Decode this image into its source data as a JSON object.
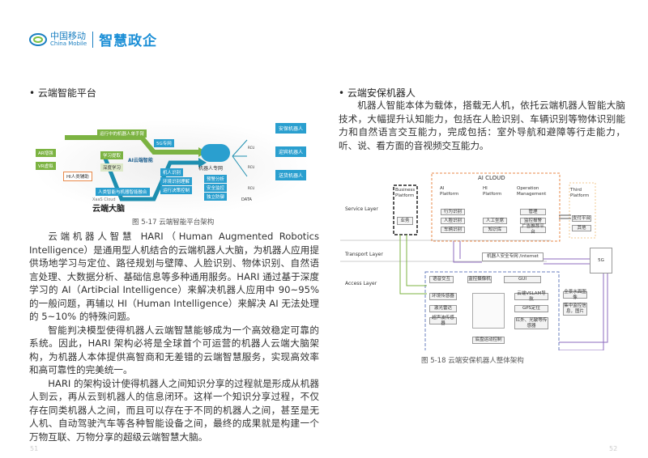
{
  "header": {
    "logo_cn": "中国移动",
    "logo_en": "China Mobile",
    "brand": "智慧政企"
  },
  "left": {
    "heading": "• 云端智能平台",
    "figure": {
      "caption": "图 5-17 云端智能平台架构",
      "brain": "云端大脑",
      "ai_cloud": "AI云端智能",
      "network_5g": "5G专网",
      "robot_net": "机器人专网",
      "xcloud": "XaaS Cloud",
      "data": "DATA",
      "left_tags": [
        "AR增强",
        "VR虚拟"
      ],
      "center": "HI人类辅助",
      "learn": [
        "学习提取",
        "深度学习"
      ],
      "top_flow": "运行中的机器人单手臂",
      "bottom_flow": "人类智能与机器智能融合",
      "mid_tags": [
        "机人识别",
        "环境识别理解",
        "运行决策控制"
      ],
      "net_tags": [
        "预警分析",
        "安全监控",
        "独立防御"
      ],
      "robots": [
        "安保机器人",
        "迎宾机器人",
        "送货机器人"
      ],
      "rcu": "RCU"
    },
    "paragraphs": [
      "云端机器人智慧 HARI（Human Augmented Robotics Intelligence）是通用型人机结合的云端机器人大脑，为机器人应用提供场地学习与定位、路径规划与壁障、人脸识别、物体识别、自然语言处理、大数据分析、基础信息等多种通用服务。HARI 通过基于深度学习的 AI（ArtiÞcial Intelligence）来解决机器人应用中 90~95% 的一般问题，再辅以 HI（Human Intelligence）来解决 AI 无法处理的 5~10% 的特殊问题。",
      "智能判决模型使得机器人云端智慧能够成为一个高效稳定可靠的系统。因此，HARI 架构必将是全球首个可运营的机器人云端大脑架构，为机器人本体提供高智商和无差错的云端智慧服务，实现高效率和高可靠性的完美统一。",
      "HARI 的架构设计使得机器人之间知识分享的过程就是形成从机器人到云，再从云到机器人的信息闭环。这样一个知识分享过程，不仅存在同类机器人之间，而且可以存在于不同的机器人之间，甚至是无人机、自动驾驶汽车等各种智能设备之间，最终的成果就是构建一个万物互联、万物分享的超级云端智慧大脑。"
    ],
    "page_number": "51"
  },
  "right": {
    "heading": "• 云端安保机器人",
    "paragraph": "机器人智能本体为载体，搭载无人机，依托云端机器人智能大脑技术，大幅提升认知能力，包括在人脸识别、车辆识别等物体识别能力和自然语言交互能力，完成包括：室外导航和避障等行走能力，听、说、看方面的音视频交互能力。",
    "figure": {
      "caption": "图 5-18 云端安保机器人整体架构",
      "layers": [
        "Service Layer",
        "Transport Layer",
        "Access Layer"
      ],
      "ai_cloud": "AI CLOUD",
      "business": "Business Platform",
      "business_item": "业务",
      "ai_platform": "AI Platform",
      "ai_items": [
        "行为识别",
        "人脸识别",
        "车辆识别"
      ],
      "hi_platform": "HI Platform",
      "hi_items": [
        "人工坐席",
        "知识库"
      ],
      "ops": "Operation Management",
      "ops_items": [
        "管理",
        "监控报警",
        "广告推荐平台"
      ],
      "third": "Third Platform",
      "third_items": [
        "支付平台",
        "其他"
      ],
      "net": "机器人安全专网 /internet",
      "g5": "5G",
      "top_modules": [
        "语音交互",
        "监控摄像机",
        "GUI"
      ],
      "left_modules": [
        "环境传感器",
        "激光雷达",
        "超声波传感器"
      ],
      "right_modules": [
        "云端VSLAM导航",
        "GPS定位",
        "红外、光敏等传感器"
      ],
      "bottom_module": "底盘运动控制",
      "ext": [
        "全景水面图像",
        "集中监控信息，图片"
      ]
    },
    "page_number": "52"
  },
  "colors": {
    "brand": "#1a7fc1",
    "green": "#7cb342",
    "teal": "#1e8fb0",
    "orange": "#e8894a",
    "purple": "#8e6bbf"
  }
}
